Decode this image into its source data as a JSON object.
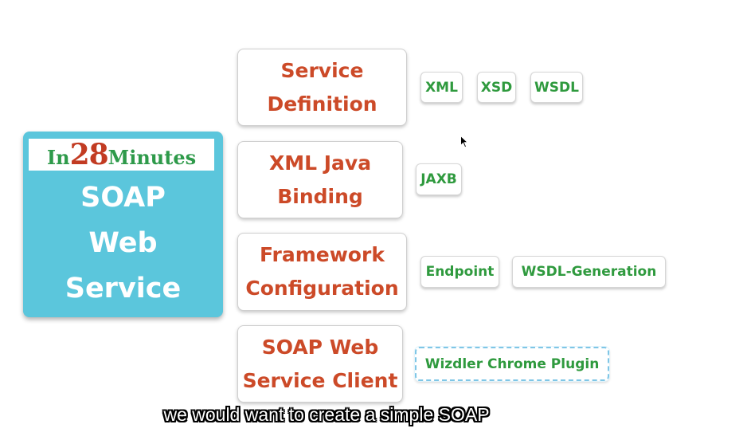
{
  "logo": {
    "brand_prefix": "In",
    "brand_number": "28",
    "brand_suffix": "Minutes",
    "title_lines": [
      "SOAP",
      "Web",
      "Service"
    ]
  },
  "topics": [
    {
      "label": "Service\nDefinition",
      "tags": [
        "XML",
        "XSD",
        "WSDL"
      ]
    },
    {
      "label": "XML Java\nBinding",
      "tags": [
        "JAXB"
      ]
    },
    {
      "label": "Framework\nConfiguration",
      "tags": [
        "Endpoint",
        "WSDL-Generation"
      ]
    },
    {
      "label": "SOAP Web\nService Client",
      "tags": [
        "Wizdler Chrome Plugin"
      ]
    }
  ],
  "caption": "we would want to create a simple SOAP",
  "colors": {
    "logo_background": "#5bc6dc",
    "topic_text": "#cc4a28",
    "tag_text": "#2f9a3e",
    "brand_green": "#2e9a4a",
    "brand_red": "#c23b22"
  },
  "icons": {
    "cursor": "mouse-pointer-icon"
  }
}
